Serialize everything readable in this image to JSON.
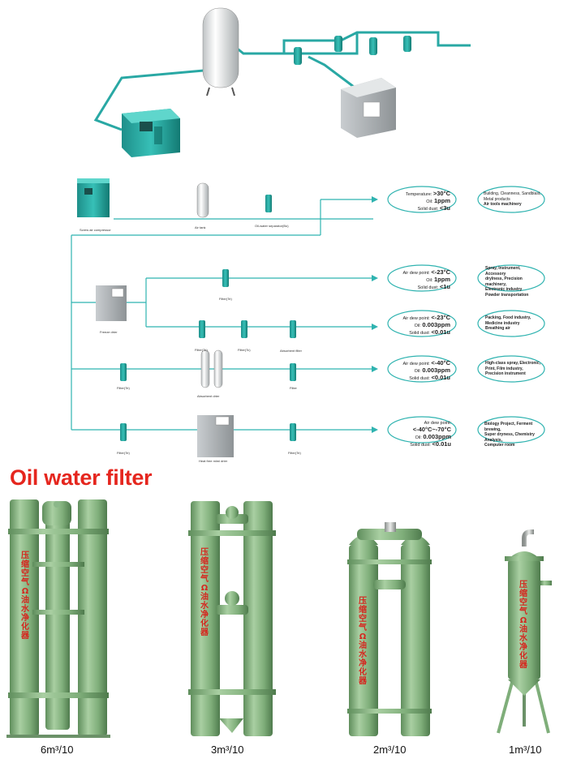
{
  "heading": "Oil water filter",
  "diagram_labels": {
    "compressor": "Screw air compressor",
    "air_tank": "Air tank",
    "oil_water_sep": "Oil-water separator(Bo)",
    "freeze_drier": "Freeze drier",
    "filter_row2": "Filter(Te)",
    "filter_row3a": "Filter(Te)",
    "filter_row3b": "Filter(Tc)",
    "absorbent_filter": "Absorbent filter",
    "filter_row4": "Filter(Te)",
    "absorbent_drier": "Absorbent drier",
    "filter_row4b": "Filter",
    "filter_row5": "Filter(Te)",
    "heat_free_drier": "Heat free mimi drier",
    "filter_row5b": "Filter(Te)"
  },
  "specs": [
    {
      "k1": "Temperature:",
      "v1": ">30°C",
      "k2": "Oil:",
      "v2": "1ppm",
      "k3": "Solid dust:",
      "v3": "<3u"
    },
    {
      "k1": "Air dew point:",
      "v1": "<-23°C",
      "k2": "Oil:",
      "v2": "1ppm",
      "k3": "Solid dust:",
      "v3": "<1u"
    },
    {
      "k1": "Air dew point:",
      "v1": "<-23°C",
      "k2": "Oil:",
      "v2": "0.003ppm",
      "k3": "Solid dust:",
      "v3": "<0.01u"
    },
    {
      "k1": "Air dew point:",
      "v1": "<-40°C",
      "k2": "Oil:",
      "v2": "0.003ppm",
      "k3": "Solid dust:",
      "v3": "<0.01u"
    },
    {
      "k1": "Air dew point:",
      "v1": "<-40°C~-70°C",
      "k2": "Oil:",
      "v2": "0.003ppm",
      "k3": "Solid dust:",
      "v3": "<0.01u"
    }
  ],
  "uses": [
    {
      "l1": "Building, Cleanness, Sandblast,",
      "l2": "Metal products",
      "l3": "Air tools machinery"
    },
    {
      "l1": "Spray, Instrument, Accessory",
      "l2": "drylness, Precision machinery,",
      "l3": "Electronic industry",
      "l4": "Powder transportation"
    },
    {
      "l1": "Packing, Food industry,",
      "l2": "Medicine industry",
      "l3": "Breathing air"
    },
    {
      "l1": "High-class spray, Electronic,",
      "l2": "Print, Film industry,",
      "l3": "Precision instrument"
    },
    {
      "l1": "Biology Project, Ferment brewing,",
      "l2": "Super dryness, Chemistry Analysis,",
      "l3": "Computer room"
    }
  ],
  "filters": [
    {
      "capacity": "6m³/10",
      "chars": [
        "压",
        "缩",
        "空",
        "气",
        "Ω",
        "油",
        "水",
        "净",
        "化",
        "器"
      ]
    },
    {
      "capacity": "3m³/10",
      "chars": [
        "压",
        "缩",
        "空",
        "气",
        "Ω",
        "油",
        "水",
        "净",
        "化",
        "器"
      ]
    },
    {
      "capacity": "2m³/10",
      "chars": [
        "压",
        "缩",
        "空",
        "气",
        "Ω",
        "油",
        "水",
        "净",
        "化",
        "器"
      ]
    },
    {
      "capacity": "1m³/10",
      "chars": [
        "压",
        "缩",
        "空",
        "气",
        "Ω",
        "油",
        "水",
        "净",
        "化",
        "器"
      ]
    }
  ],
  "colors": {
    "pipe": "#2fb3b0",
    "accent": "#e5261e",
    "filter_green": "#7fae7a"
  }
}
